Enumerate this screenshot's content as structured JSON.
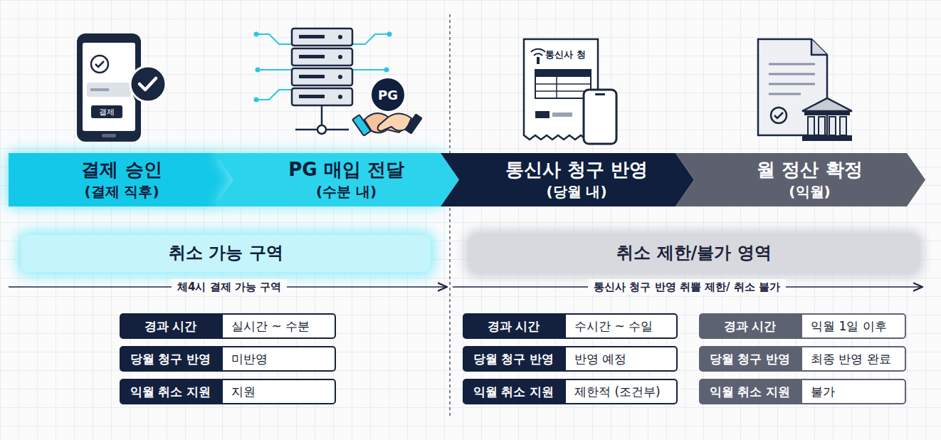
{
  "diagram": {
    "nodes": [
      {
        "text": [
          "결제 승인",
          "(결제 직후)"
        ]
      },
      {
        "text": [
          "PG 매입 전달",
          "(수분 내)"
        ]
      },
      {
        "text": [
          "통신사 청구 반영",
          "(당월 내)"
        ]
      },
      {
        "text": [
          "월 정산 확정",
          "(익월)"
        ]
      },
      {
        "text": [
          "취소 가능 구역"
        ]
      },
      {
        "text": [
          "취소 제한/불가 영역"
        ]
      }
    ],
    "labels": [
      "결제",
      "PG",
      "통신사 청",
      "체4시 결제 가능 구역",
      "통신사 청구 반영 취뽈 제한/ 취소 불가",
      "경과 시간",
      "실시간 ~ 수분",
      "당월 청구 반영",
      "미반영",
      "익월 취소 지원",
      "지원",
      "경과 시간",
      "수시간 ~ 수일",
      "당월 청구 반영",
      "반영 예정",
      "익월 취소 지원",
      "제한적 (조건부)",
      "경과 시간",
      "익월 1일 이후",
      "당월 청구 반영",
      "최종 반영 완료",
      "익월 취소 지원",
      "불가"
    ]
  }
}
